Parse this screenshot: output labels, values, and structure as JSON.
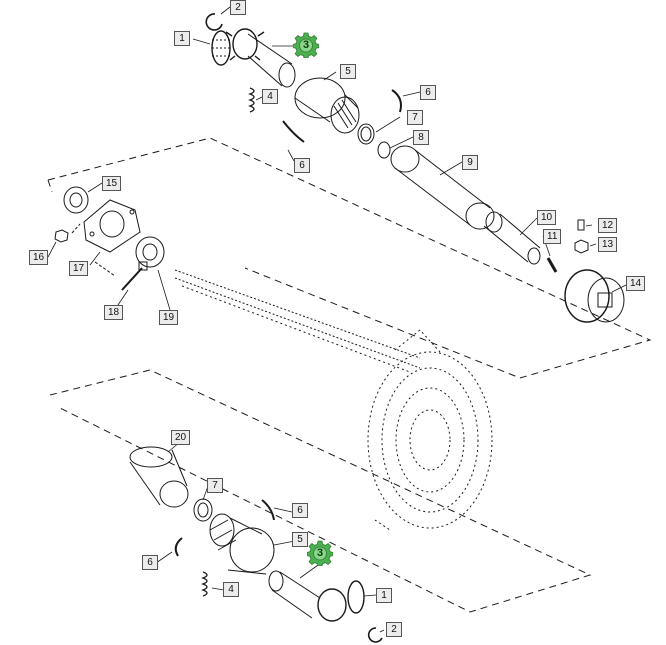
{
  "parts": {
    "p1a": "1",
    "p2a": "2",
    "p3a": "3",
    "p4a": "4",
    "p5a": "5",
    "p6a": "6",
    "p6b": "6",
    "p7a": "7",
    "p8a": "8",
    "p9a": "9",
    "p10a": "10",
    "p11a": "11",
    "p12a": "12",
    "p13a": "13",
    "p14a": "14",
    "p15a": "15",
    "p16a": "16",
    "p17a": "17",
    "p18a": "18",
    "p19a": "19",
    "p20a": "20",
    "p7b": "7",
    "p6c": "6",
    "p5b": "5",
    "p3b": "3",
    "p6d": "6",
    "p4b": "4",
    "p1b": "1",
    "p2b": "2"
  },
  "colors": {
    "line": "#1a1a1a",
    "callout_bg": "#ececec",
    "highlight": "#4caf50"
  }
}
